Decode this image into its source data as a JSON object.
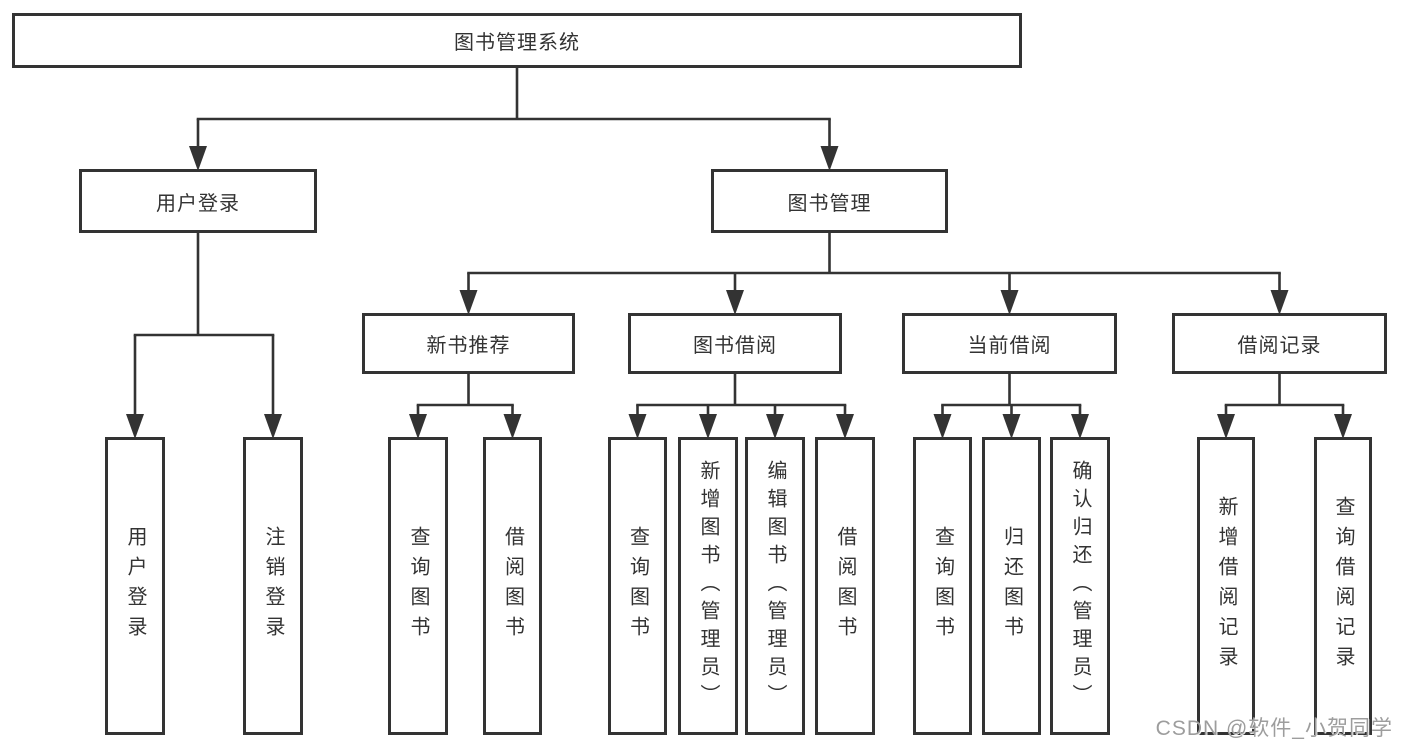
{
  "diagram": {
    "title": "图书管理系统",
    "nodes": [
      {
        "id": "root",
        "label": "图书管理系统",
        "parent": null,
        "orient": "horizontal"
      },
      {
        "id": "user-login",
        "label": "用户登录",
        "parent": "root",
        "orient": "horizontal"
      },
      {
        "id": "book-mgmt",
        "label": "图书管理",
        "parent": "root",
        "orient": "horizontal"
      },
      {
        "id": "login-leaf",
        "label": "用户登录",
        "parent": "user-login",
        "orient": "vertical"
      },
      {
        "id": "logout-leaf",
        "label": "注销登录",
        "parent": "user-login",
        "orient": "vertical"
      },
      {
        "id": "new-book-rec",
        "label": "新书推荐",
        "parent": "book-mgmt",
        "orient": "horizontal"
      },
      {
        "id": "book-borrow",
        "label": "图书借阅",
        "parent": "book-mgmt",
        "orient": "horizontal"
      },
      {
        "id": "current-borrow",
        "label": "当前借阅",
        "parent": "book-mgmt",
        "orient": "horizontal"
      },
      {
        "id": "borrow-records",
        "label": "借阅记录",
        "parent": "book-mgmt",
        "orient": "horizontal"
      },
      {
        "id": "nbr-query-books",
        "label": "查询图书",
        "parent": "new-book-rec",
        "orient": "vertical"
      },
      {
        "id": "nbr-borrow-books",
        "label": "借阅图书",
        "parent": "new-book-rec",
        "orient": "vertical"
      },
      {
        "id": "bb-query-books",
        "label": "查询图书",
        "parent": "book-borrow",
        "orient": "vertical"
      },
      {
        "id": "bb-add-books",
        "label": "新增图书（管理员）",
        "parent": "book-borrow",
        "orient": "vertical"
      },
      {
        "id": "bb-edit-books",
        "label": "编辑图书（管理员）",
        "parent": "book-borrow",
        "orient": "vertical"
      },
      {
        "id": "bb-borrow-books",
        "label": "借阅图书",
        "parent": "book-borrow",
        "orient": "vertical"
      },
      {
        "id": "cb-query-books",
        "label": "查询图书",
        "parent": "current-borrow",
        "orient": "vertical"
      },
      {
        "id": "cb-return-books",
        "label": "归还图书",
        "parent": "current-borrow",
        "orient": "vertical"
      },
      {
        "id": "cb-confirm-return",
        "label": "确认归还（管理员）",
        "parent": "current-borrow",
        "orient": "vertical"
      },
      {
        "id": "br-add-record",
        "label": "新增借阅记录",
        "parent": "borrow-records",
        "orient": "vertical"
      },
      {
        "id": "br-query-record",
        "label": "查询借阅记录",
        "parent": "borrow-records",
        "orient": "vertical"
      }
    ]
  },
  "watermark": {
    "text": "CSDN @软件_小贺同学"
  },
  "colors": {
    "line": "#333333",
    "text": "#333333",
    "background": "#ffffff",
    "watermark": "#9d9d9d"
  }
}
